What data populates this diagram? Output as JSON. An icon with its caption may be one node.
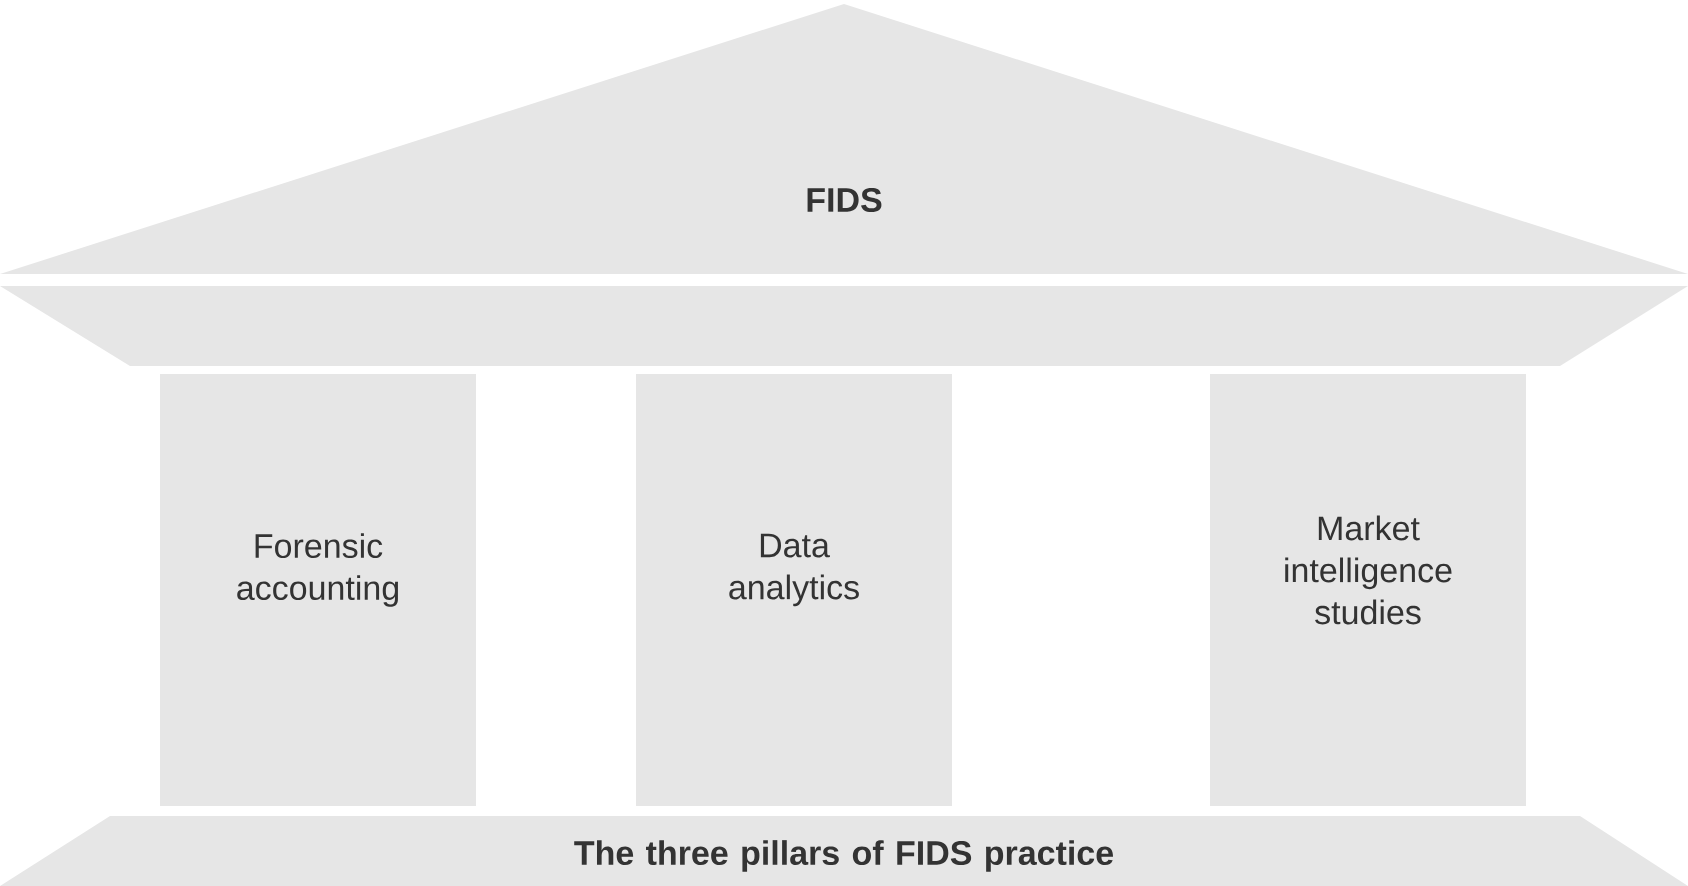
{
  "diagram": {
    "nodes": [
      {
        "text": [
          "FIDS"
        ]
      },
      {
        "text": [],
        "shape": "box"
      },
      {
        "text": [
          "Forensic accounting"
        ]
      },
      {
        "text": [
          "Data analytics"
        ]
      },
      {
        "text": [
          "Market intelligence studies"
        ]
      },
      {
        "text": [
          "The three pillars of FIDS practice"
        ]
      }
    ]
  }
}
